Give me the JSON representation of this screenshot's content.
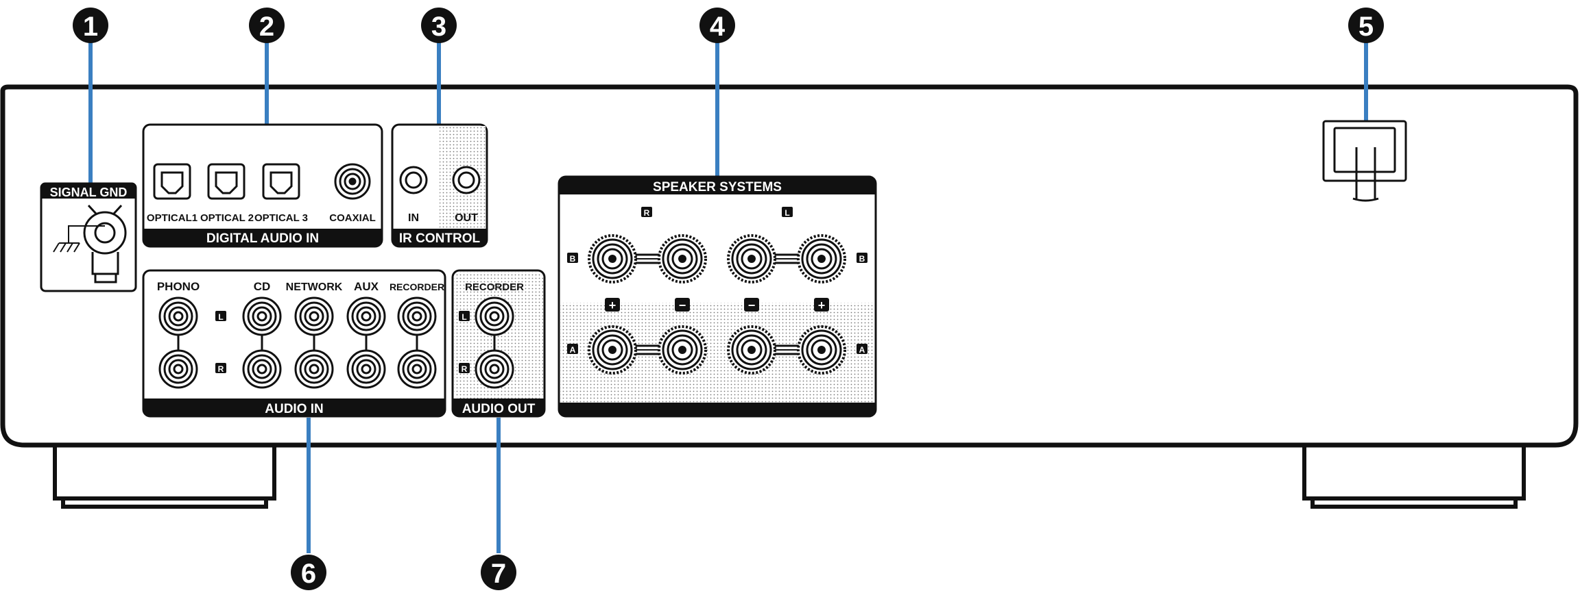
{
  "colors": {
    "ink": "#111111",
    "callout_line": "#3a7fc1",
    "background": "#ffffff",
    "panel_shade": "#d9d9d9"
  },
  "callouts": [
    "1",
    "2",
    "3",
    "4",
    "5",
    "6",
    "7"
  ],
  "signal_gnd": {
    "label": "SIGNAL GND"
  },
  "digital_audio_in": {
    "title": "DIGITAL AUDIO IN",
    "optical1": "OPTICAL1",
    "optical2": "OPTICAL 2",
    "optical3": "OPTICAL 3",
    "coaxial": "COAXIAL"
  },
  "ir_control": {
    "title": "IR CONTROL",
    "in": "IN",
    "out": "OUT"
  },
  "speaker_systems": {
    "title": "SPEAKER SYSTEMS",
    "r": "R",
    "l": "L",
    "b": "B",
    "a": "A",
    "plus": "+",
    "minus": "−"
  },
  "audio_in": {
    "title": "AUDIO IN",
    "phono": "PHONO",
    "cd": "CD",
    "network": "NETWORK",
    "aux": "AUX",
    "recorder": "RECORDER",
    "l": "L",
    "r": "R"
  },
  "audio_out": {
    "title": "AUDIO OUT",
    "recorder": "RECORDER",
    "l": "L",
    "r": "R"
  }
}
